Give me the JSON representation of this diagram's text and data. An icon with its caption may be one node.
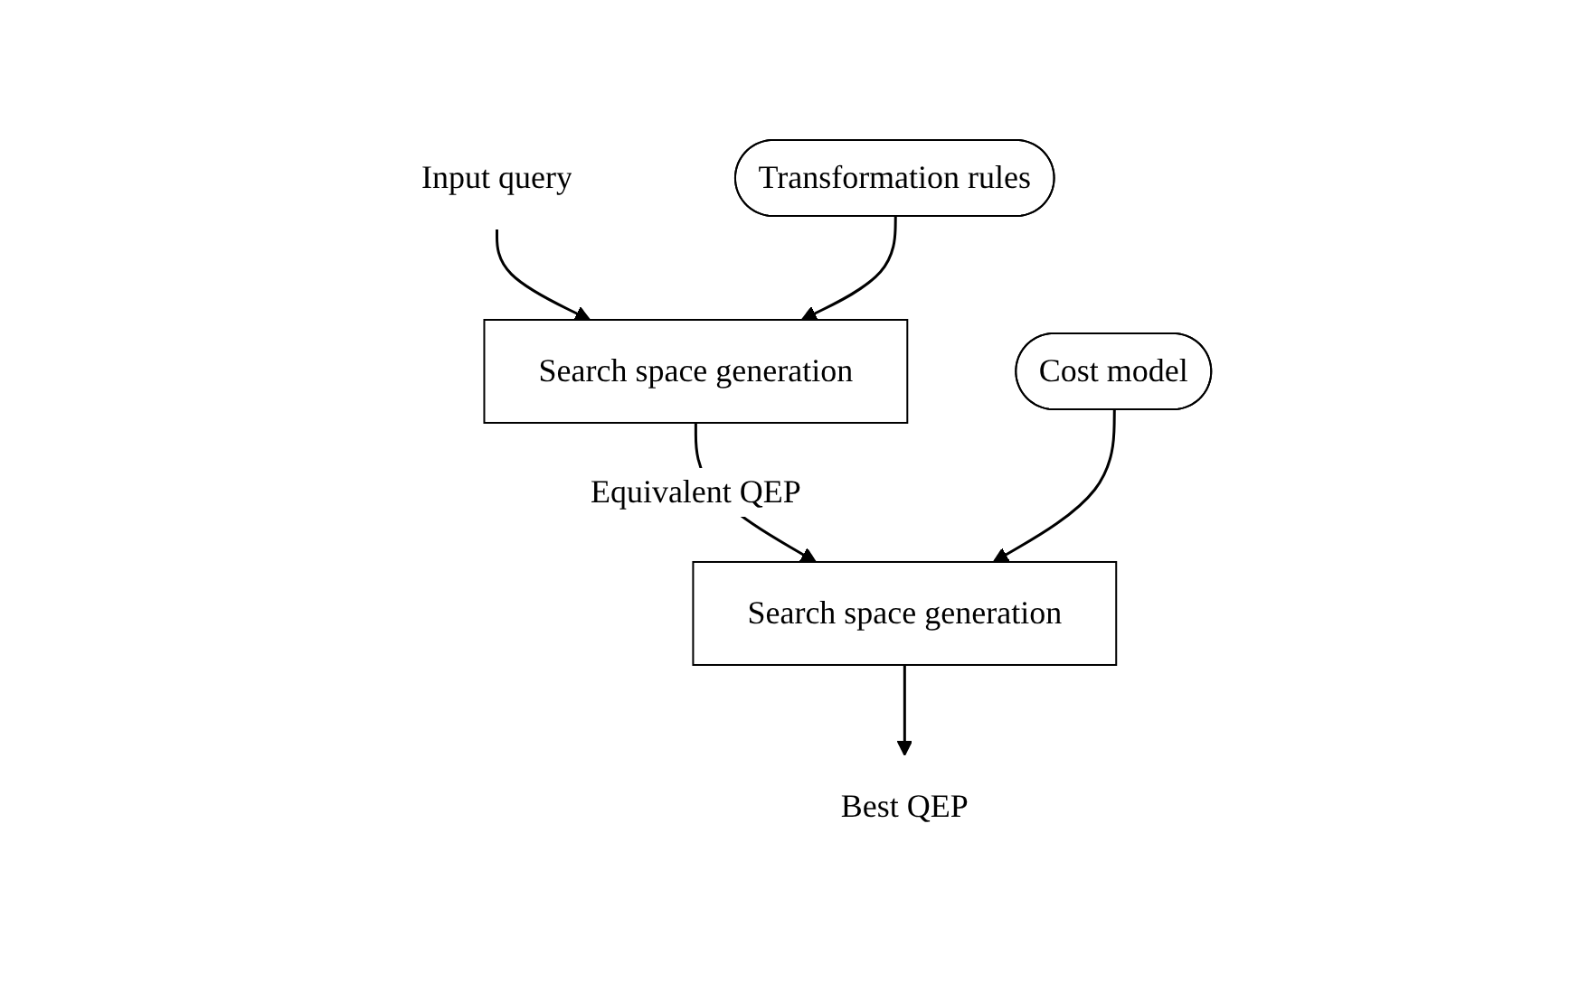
{
  "diagram": {
    "nodes": [
      {
        "text": [
          "Input query"
        ]
      },
      {
        "text": [
          "Search space generation"
        ]
      },
      {
        "text": [
          "Transformation rules"
        ]
      },
      {
        "text": [
          "Search space generation"
        ]
      },
      {
        "text": [
          "Cost model"
        ]
      },
      {
        "text": [
          "Best QEP"
        ]
      }
    ],
    "edges": [
      {
        "from": 0,
        "to": 1,
        "arrow": "to"
      },
      {
        "from": 2,
        "to": 1,
        "arrow": "to"
      },
      {
        "from": 1,
        "to": 3,
        "arrow": "to",
        "label": "Equivalent QEP"
      },
      {
        "from": 4,
        "to": 3,
        "arrow": "to"
      },
      {
        "from": 3,
        "to": 5,
        "arrow": "to"
      }
    ]
  }
}
